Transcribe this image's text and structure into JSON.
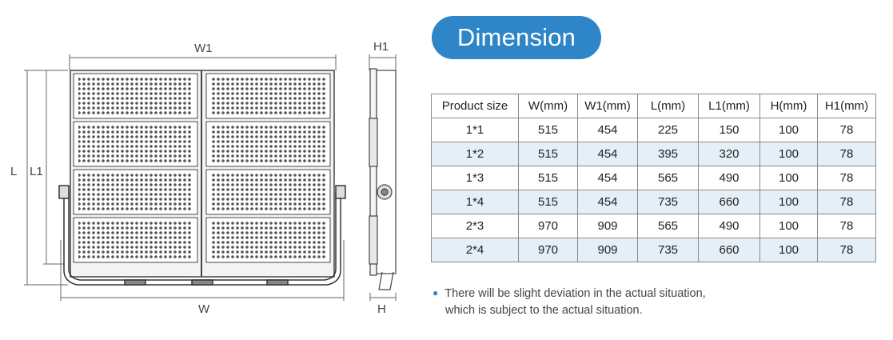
{
  "drawing": {
    "labels": {
      "w1": "W1",
      "w": "W",
      "l": "L",
      "l1": "L1",
      "h1": "H1",
      "h": "H"
    }
  },
  "heading": {
    "title": "Dimension",
    "color": "#2e86c8"
  },
  "table": {
    "headers": [
      "Product size",
      "W(mm)",
      "W1(mm)",
      "L(mm)",
      "L1(mm)",
      "H(mm)",
      "H1(mm)"
    ],
    "rows": [
      [
        "1*1",
        "515",
        "454",
        "225",
        "150",
        "100",
        "78"
      ],
      [
        "1*2",
        "515",
        "454",
        "395",
        "320",
        "100",
        "78"
      ],
      [
        "1*3",
        "515",
        "454",
        "565",
        "490",
        "100",
        "78"
      ],
      [
        "1*4",
        "515",
        "454",
        "735",
        "660",
        "100",
        "78"
      ],
      [
        "2*3",
        "970",
        "909",
        "565",
        "490",
        "100",
        "78"
      ],
      [
        "2*4",
        "970",
        "909",
        "735",
        "660",
        "100",
        "78"
      ]
    ],
    "stripe_color": "#e4eff7"
  },
  "note": {
    "line1": "There will be slight deviation in the actual situation,",
    "line2": "which is subject to the actual situation."
  }
}
